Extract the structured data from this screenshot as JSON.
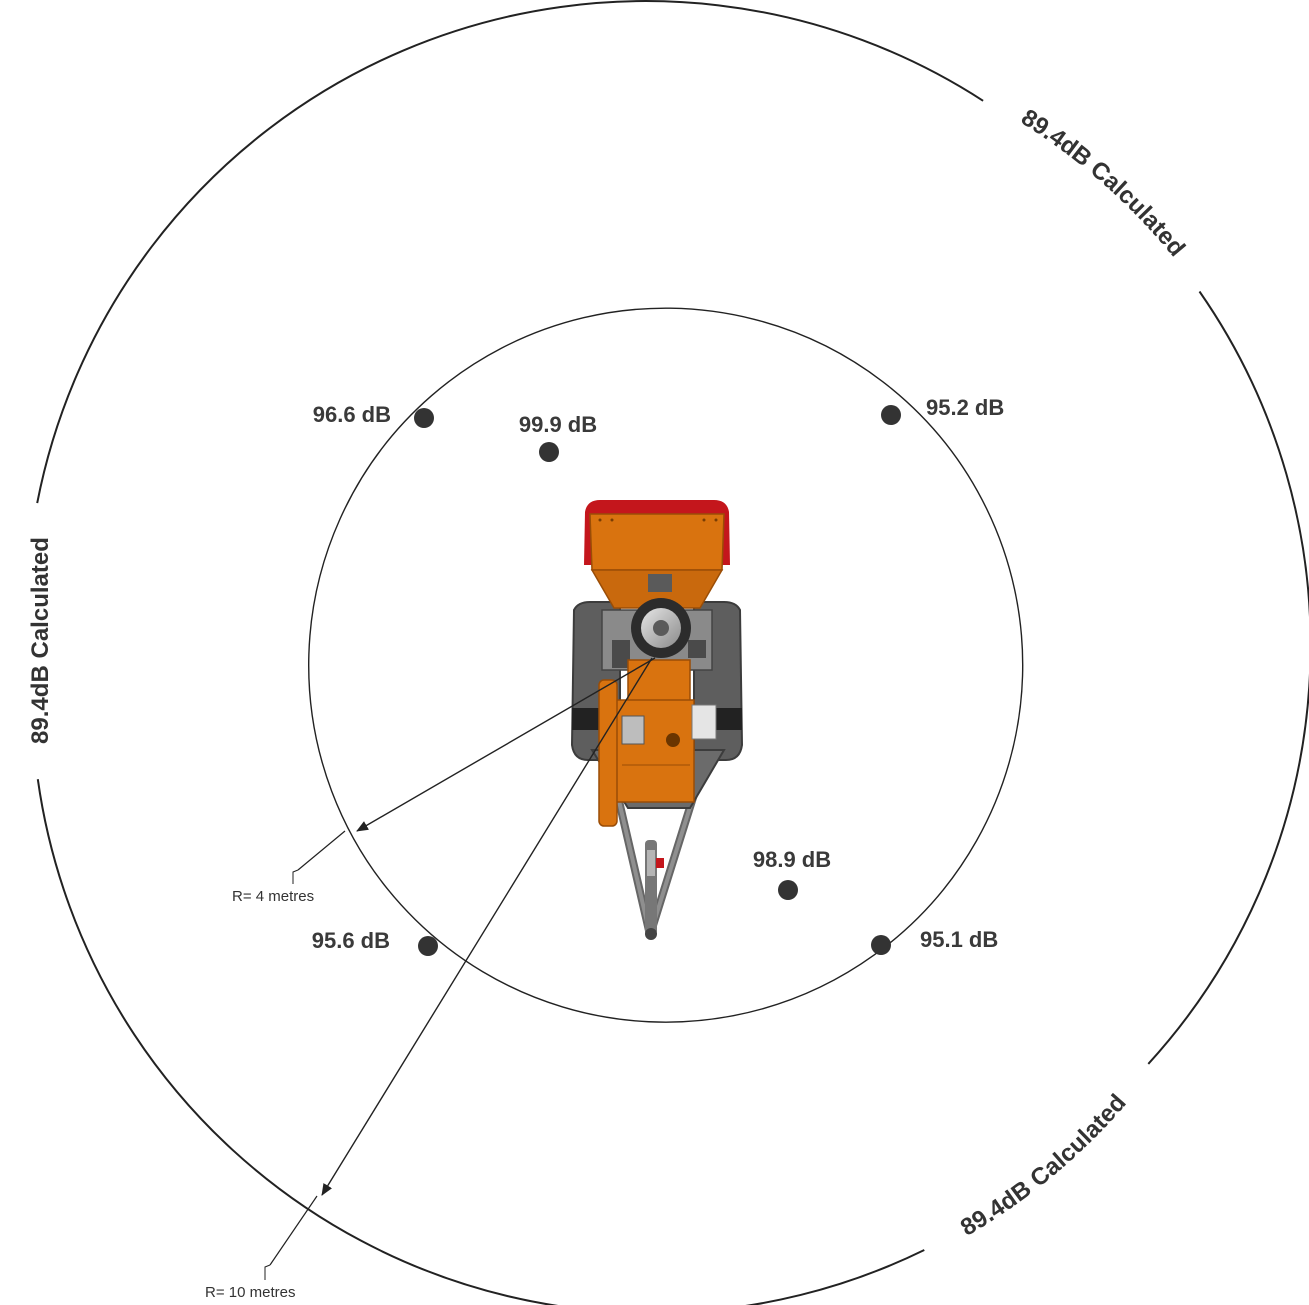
{
  "header": {
    "title": ""
  },
  "circles": {
    "inner": {
      "radius_label": "R= 4 metres"
    },
    "outer": {
      "radius_label": "R= 10 metres",
      "calculated_label": "89.4dB Calculated"
    }
  },
  "measurement_points": [
    {
      "id": "front-left",
      "label": "96.6 dB"
    },
    {
      "id": "front-center",
      "label": "99.9 dB"
    },
    {
      "id": "front-right",
      "label": "95.2 dB"
    },
    {
      "id": "rear-right-inner",
      "label": "98.9 dB"
    },
    {
      "id": "rear-left",
      "label": "95.6 dB"
    },
    {
      "id": "rear-right",
      "label": "95.1 dB"
    }
  ],
  "colors": {
    "machine_orange": "#d9730f",
    "machine_grey": "#5a5a5a",
    "hopper_red": "#c4161c",
    "dot": "#333333",
    "line": "#222222"
  },
  "icons": {
    "machine": "trailer-mounted-machine-icon",
    "measurement": "measurement-dot-icon"
  }
}
